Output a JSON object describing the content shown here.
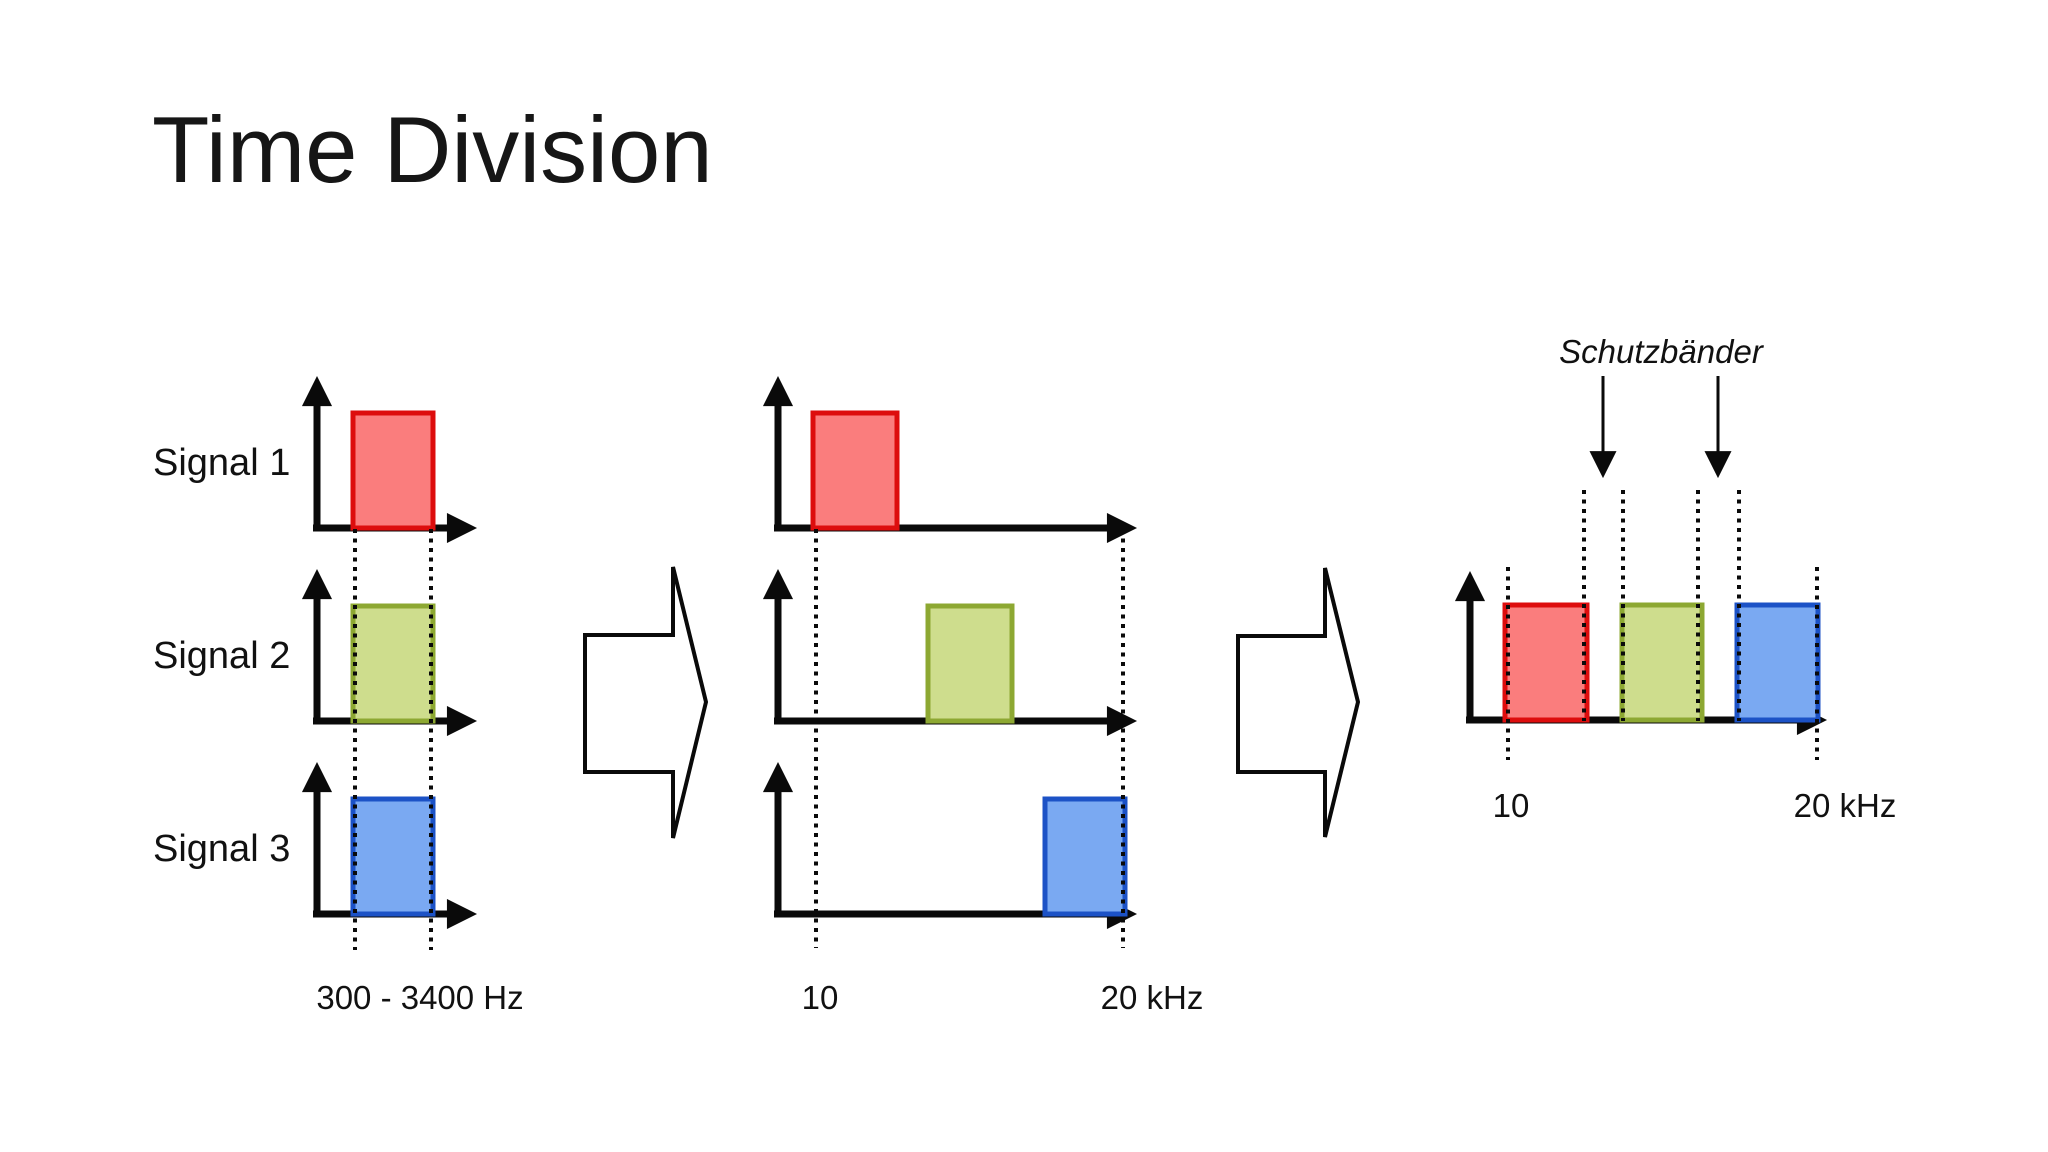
{
  "title": "Time Division",
  "colors": {
    "ink": "#0a0a0a",
    "red_fill": "#fa7d7d",
    "red_stroke": "#dd0d0d",
    "green_fill": "#cedd8d",
    "green_stroke": "#8da832",
    "blue_fill": "#7aa9f2",
    "blue_stroke": "#1c52c6"
  },
  "left_panel": {
    "signals": [
      {
        "label": "Signal 1",
        "band_color": "red"
      },
      {
        "label": "Signal 2",
        "band_color": "green"
      },
      {
        "label": "Signal 3",
        "band_color": "blue"
      }
    ],
    "freq_label": "300 - 3400 Hz"
  },
  "middle_panel": {
    "freq_start_label": "10",
    "freq_end_label": "20 kHz"
  },
  "right_panel": {
    "guard_band_label": "Schutzbänder",
    "freq_start_label": "10",
    "freq_end_label": "20 kHz"
  }
}
